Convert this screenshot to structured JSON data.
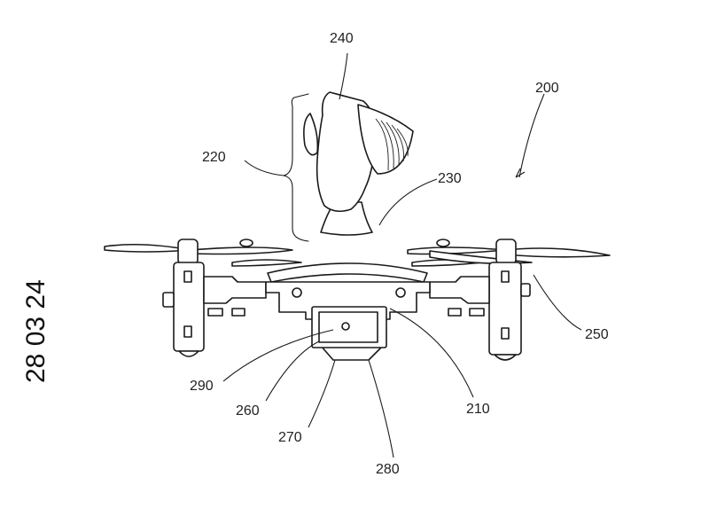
{
  "figure": {
    "side_stamp": "28 03 24",
    "labels": {
      "device": "200",
      "body": "210",
      "mount": "220",
      "neck": "230",
      "head": "240",
      "arm": "250",
      "camera_housing": "260",
      "camera_base": "270",
      "camera_front": "280",
      "lens": "290"
    }
  }
}
